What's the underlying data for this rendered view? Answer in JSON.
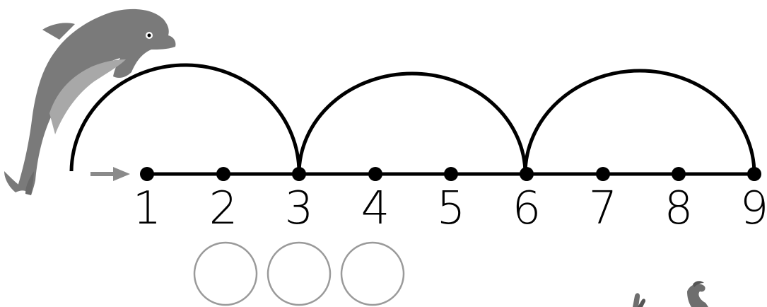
{
  "number_line": {
    "labels": [
      "1",
      "2",
      "3",
      "4",
      "5",
      "6",
      "7",
      "8",
      "9"
    ],
    "jumps": [
      {
        "from": "start",
        "to": "3"
      },
      {
        "from": "3",
        "to": "6"
      },
      {
        "from": "6",
        "to": "9"
      }
    ],
    "start_arrow_icon": "right-arrow-icon"
  },
  "answer_slots": {
    "count": 3
  },
  "illustrations": [
    "dolphin",
    "crab"
  ],
  "colors": {
    "line": "#000000",
    "arrow": "#8a8a8a",
    "circle_stroke": "#9a9a9a",
    "dolphin_body": "#7a7a7a",
    "dolphin_belly": "#a8a8a8",
    "crab": "#6e6e6e"
  }
}
